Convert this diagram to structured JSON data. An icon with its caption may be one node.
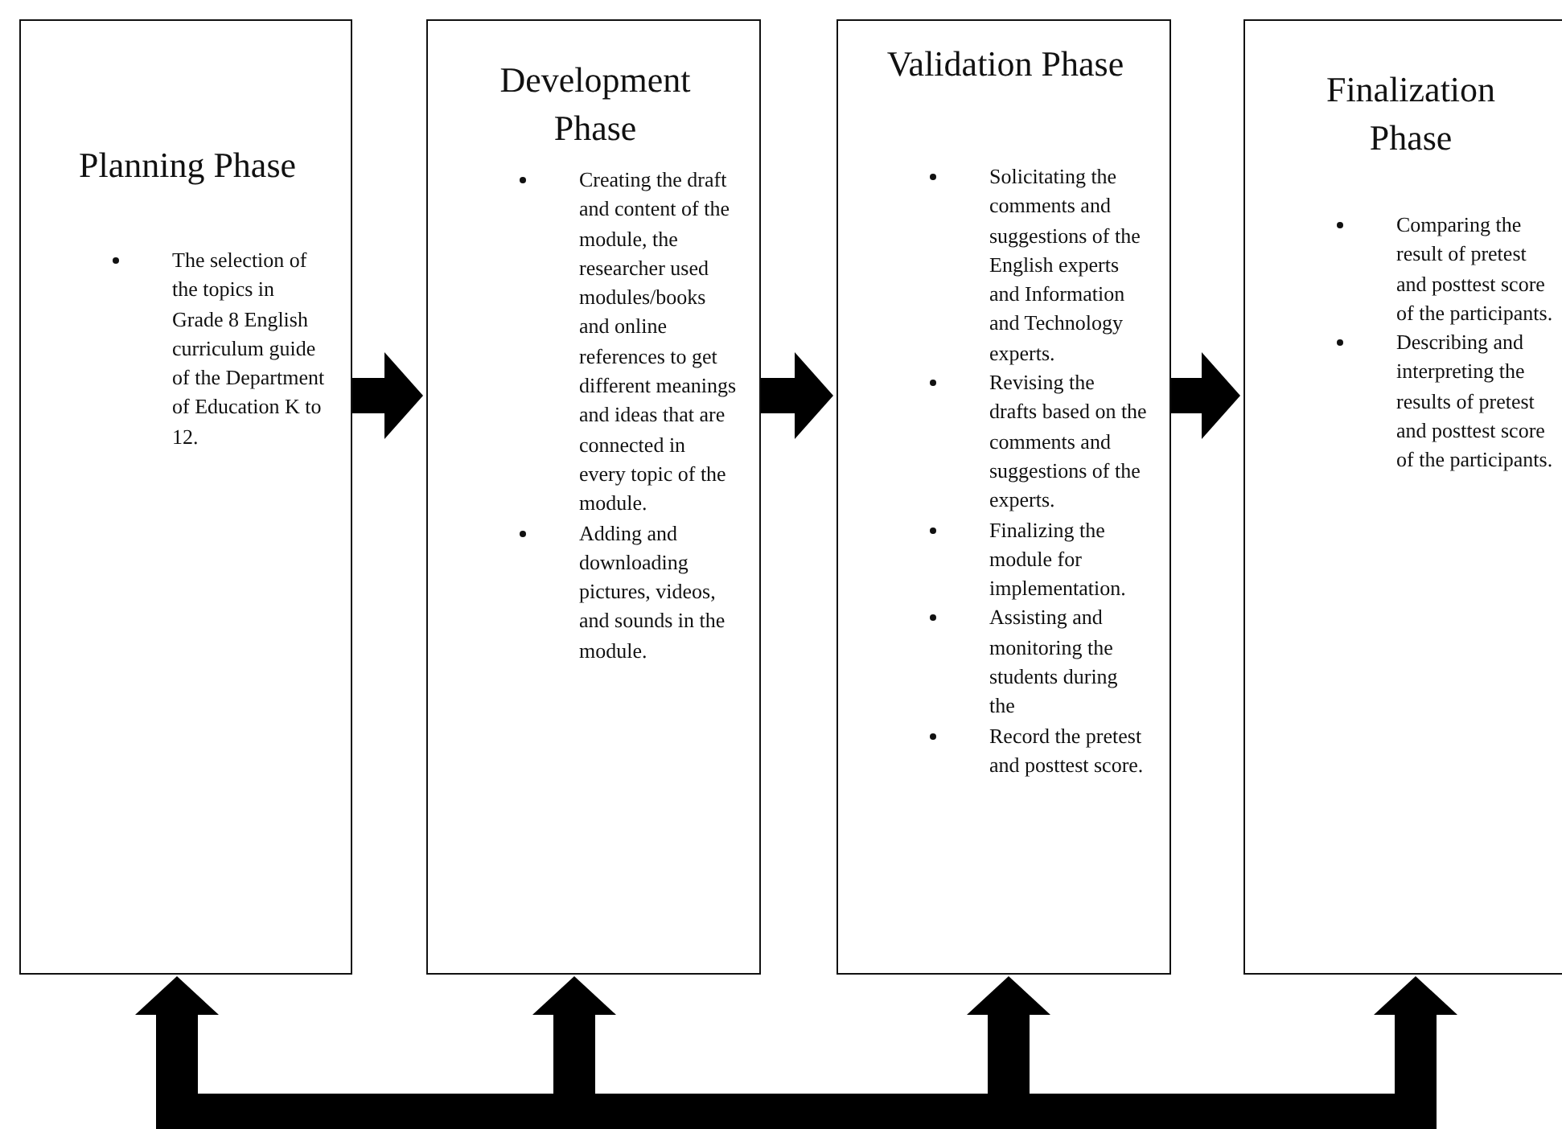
{
  "diagram": {
    "nodes": [
      {
        "text": [
          "Planning Phase",
          "The selection of the topics in Grade 8 English curriculum guide of the Department of Education K to 12."
        ]
      },
      {
        "text": [
          "Development Phase",
          "Creating the draft and content of the module, the researcher used modules/books and online references to get different meanings and ideas that are connected in every topic of the module.",
          "Adding and downloading pictures, videos, and sounds in the module."
        ]
      },
      {
        "text": [
          "Validation Phase",
          "Solicitating the comments and suggestions of the English experts and Information and Technology experts.",
          "Revising the drafts based on the comments and suggestions of the experts.",
          "Finalizing the module for implementation.",
          "Assisting and monitoring the students during the",
          "Record the pretest and posttest score."
        ]
      },
      {
        "text": [
          "Finalization Phase",
          "Comparing the result of pretest and posttest score of the participants.",
          "Describing and interpreting the results of pretest and posttest score of the participants."
        ]
      }
    ],
    "edges": [
      {
        "from": 0,
        "to": 1,
        "arrow": "to"
      },
      {
        "from": 1,
        "to": 2,
        "arrow": "to"
      },
      {
        "from": 2,
        "to": 3,
        "arrow": "to"
      },
      {
        "from": null,
        "to": 0,
        "arrow": "to"
      },
      {
        "from": null,
        "to": 1,
        "arrow": "to"
      },
      {
        "from": null,
        "to": 2,
        "arrow": "to"
      },
      {
        "from": null,
        "to": 3,
        "arrow": "to"
      }
    ]
  }
}
